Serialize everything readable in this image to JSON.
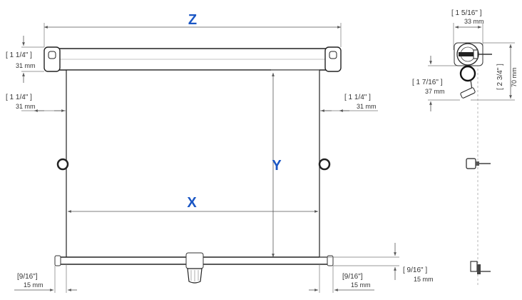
{
  "labels": {
    "z": "Z",
    "y": "Y",
    "x": "X"
  },
  "dims": {
    "top_left": {
      "imperial": "[ 1 1/4\" ]",
      "metric": "31 mm"
    },
    "mid_left": {
      "imperial": "[ 1 1/4\" ]",
      "metric": "31 mm"
    },
    "mid_right": {
      "imperial": "[ 1 1/4\" ]",
      "metric": "31 mm"
    },
    "bot_left": {
      "imperial": "[9/16\"]",
      "metric": "15 mm"
    },
    "bot_right": {
      "imperial": "[9/16\"]",
      "metric": "15 mm"
    },
    "bot_far": {
      "imperial": "[ 9/16\" ]",
      "metric": "15 mm"
    },
    "side_width": {
      "imperial": "[ 1 5/16\" ]",
      "metric": "33 mm"
    },
    "side_height": {
      "imperial": "[ 2 3/4\" ]",
      "metric": "70 mm"
    },
    "side_drop": {
      "imperial": "[ 1 7/16\" ]",
      "metric": "37 mm"
    }
  },
  "colors": {
    "label_blue": "#1a56c4"
  }
}
